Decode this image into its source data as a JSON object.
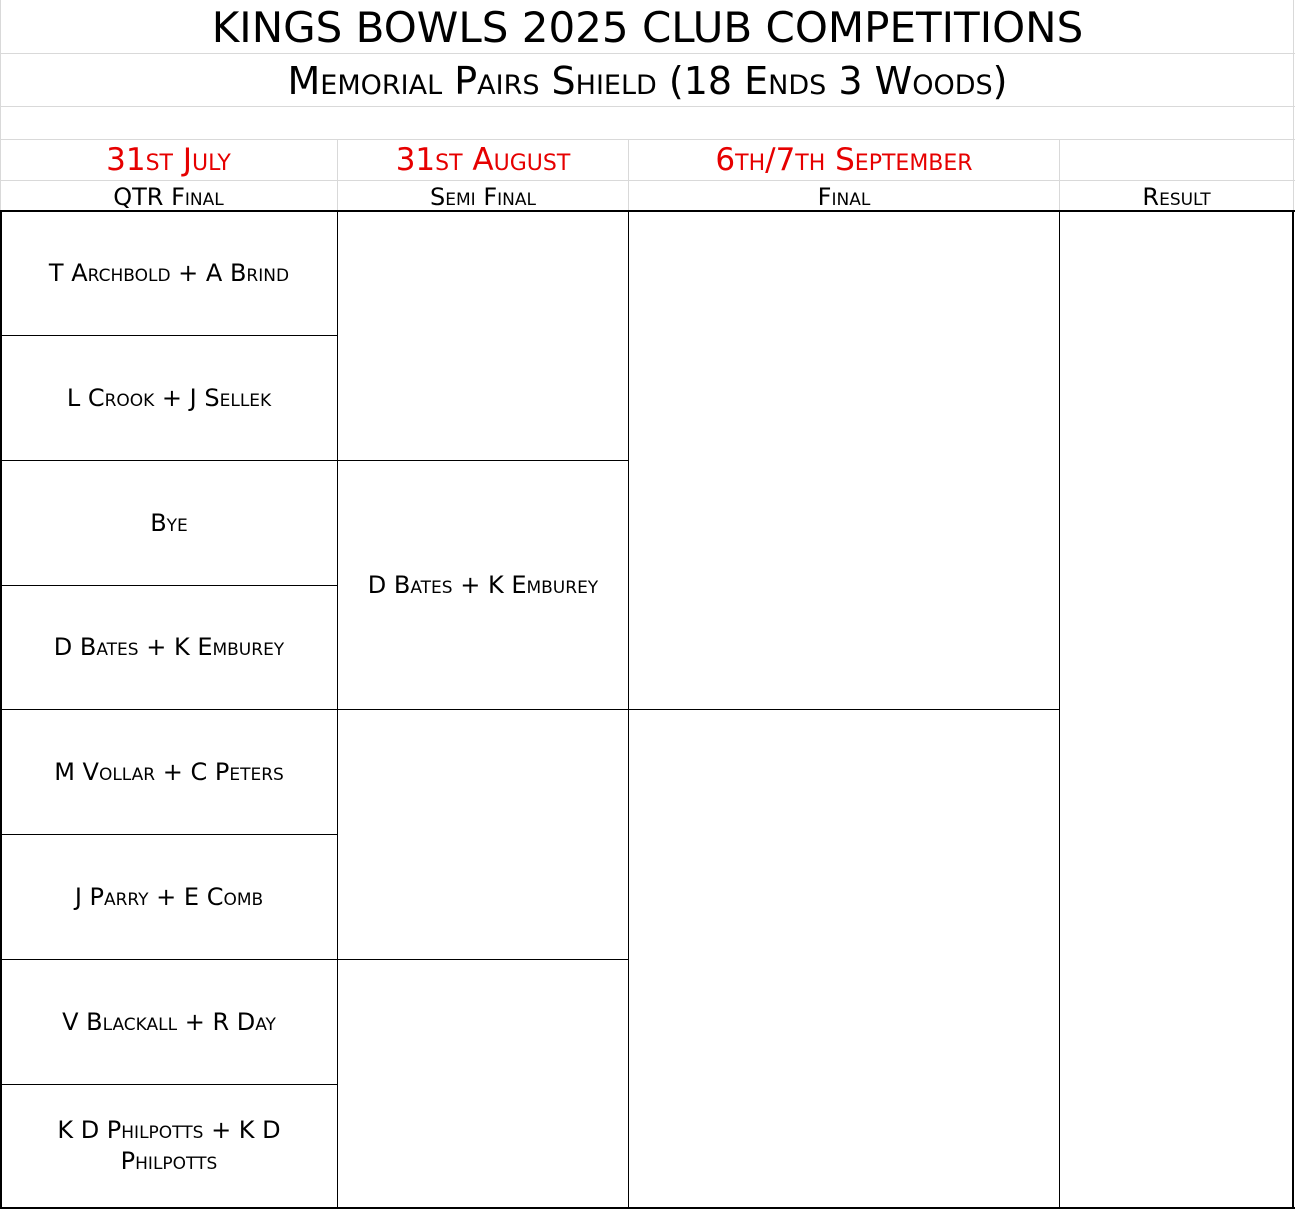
{
  "title": "KINGS BOWLS 2025 CLUB COMPETITIONS",
  "subtitle": "Memorial Pairs Shield (18 Ends 3 Woods)",
  "dates": [
    "31st July",
    "31st August",
    "6th/7th September"
  ],
  "rounds": [
    "QTR Final",
    "Semi Final",
    "Final",
    "Result"
  ],
  "quarter_final": [
    "T Archbold + A Brind",
    "L Crook + J Sellek",
    "Bye",
    "D Bates + K Emburey",
    "M Vollar + C Peters",
    "J Parry + E Comb",
    "V Blackall + R Day",
    "K D Philpotts + K D Philpotts"
  ],
  "semi_final": [
    "",
    "D Bates + K Emburey",
    "",
    ""
  ],
  "final": [
    "",
    ""
  ],
  "result": "",
  "colors": {
    "date": "#e60000",
    "grid": "#d9d9d9",
    "border": "#000000"
  }
}
